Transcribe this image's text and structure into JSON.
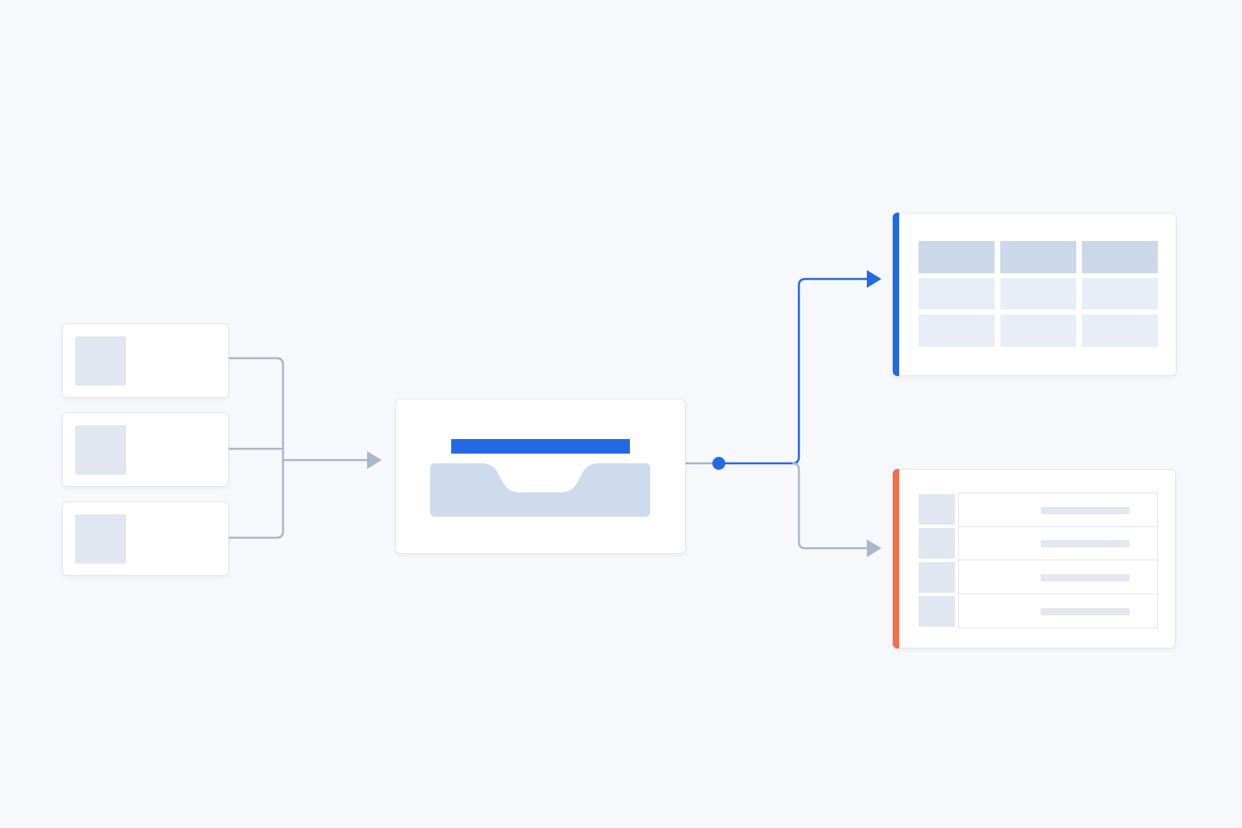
{
  "colors": {
    "background": "#f7f8fb",
    "card": "#ffffff",
    "placeholder": "#e1e7f0",
    "connector_gray": "#a9b6cc",
    "accent_blue": "#2369e3",
    "accent_orange": "#f2704a",
    "table_header": "#cbd8ea",
    "table_cell": "#e8eef8",
    "tray": "#cedbec"
  },
  "diagram": {
    "inputs": [
      {
        "name": "input-card-1"
      },
      {
        "name": "input-card-2"
      },
      {
        "name": "input-card-3"
      }
    ],
    "processor": {
      "name": "processor-card"
    },
    "outputs": [
      {
        "name": "table-output-card",
        "accent": "blue",
        "rows": 3,
        "columns": 3
      },
      {
        "name": "list-output-card",
        "accent": "orange",
        "rows": 4
      }
    ]
  }
}
